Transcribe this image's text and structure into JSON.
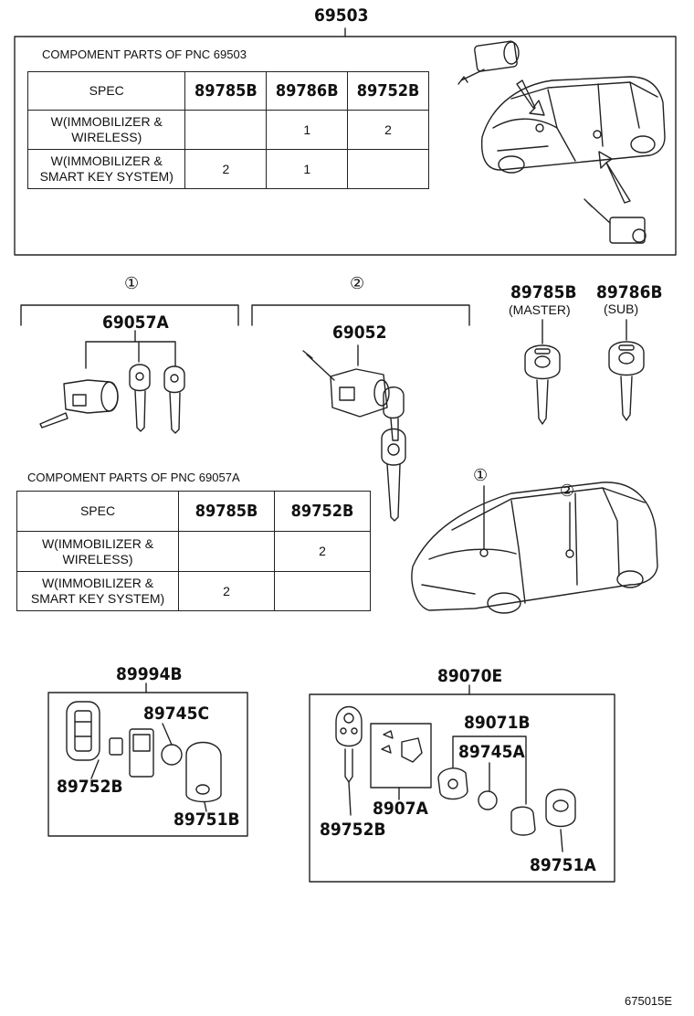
{
  "top_group": {
    "pnc": "69503",
    "table_title": "COMPOMENT PARTS OF PNC 69503",
    "headers": [
      "SPEC",
      "89785B",
      "89786B",
      "89752B"
    ],
    "rows": [
      {
        "spec": [
          "W(IMMOBILIZER &",
          "WIRELESS)"
        ],
        "cells": [
          "",
          "1",
          "2"
        ]
      },
      {
        "spec": [
          "W(IMMOBILIZER &",
          "SMART KEY SYSTEM)"
        ],
        "cells": [
          "2",
          "1",
          ""
        ]
      }
    ]
  },
  "group1": {
    "marker": "①",
    "pnc": "69057A"
  },
  "group2": {
    "marker": "②",
    "pnc": "69052"
  },
  "keys": {
    "master_pnc": "89785B",
    "master_label": "(MASTER)",
    "sub_pnc": "89786B",
    "sub_label": "(SUB)"
  },
  "mid_table": {
    "title": "COMPOMENT PARTS OF PNC 69057A",
    "headers": [
      "SPEC",
      "89785B",
      "89752B"
    ],
    "rows": [
      {
        "spec": [
          "W(IMMOBILIZER &",
          "WIRELESS)"
        ],
        "cells": [
          "",
          "2"
        ]
      },
      {
        "spec": [
          "W(IMMOBILIZER &",
          "SMART KEY SYSTEM)"
        ],
        "cells": [
          "2",
          ""
        ]
      }
    ]
  },
  "car_markers": [
    "①",
    "②"
  ],
  "smart_key_group": {
    "pnc": "89994B",
    "parts": [
      "89745C",
      "89752B",
      "89751B"
    ]
  },
  "transmitter_group": {
    "pnc": "89070E",
    "parts": [
      "89071B",
      "89745A",
      "8907A",
      "89752B",
      "89751A"
    ]
  },
  "diagram_id": "675015E"
}
